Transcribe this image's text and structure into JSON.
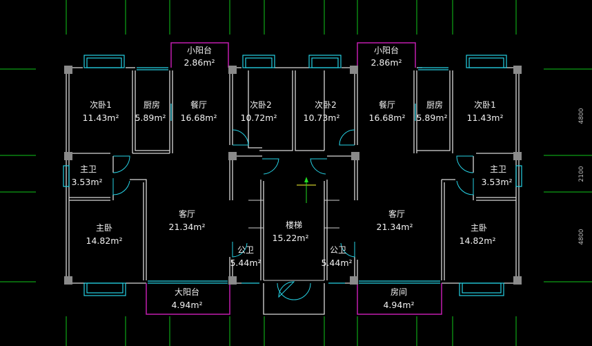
{
  "rooms": [
    {
      "label": "小阳台",
      "area": "2.86m²"
    },
    {
      "label": "次卧1",
      "area": "11.43m²"
    },
    {
      "label": "厨房",
      "area": "5.89m²"
    },
    {
      "label": "餐厅",
      "area": "16.68m²"
    },
    {
      "label": "次卧2",
      "area": "10.72m²"
    },
    {
      "label": "主卫",
      "area": "3.53m²"
    },
    {
      "label": "主卧",
      "area": "14.82m²"
    },
    {
      "label": "客厅",
      "area": "21.34m²"
    },
    {
      "label": "公卫",
      "area": "5.44m²"
    },
    {
      "label": "大阳台",
      "area": "4.94m²"
    },
    {
      "label": "楼梯",
      "area": "15.22m²"
    },
    {
      "label": "小阳台",
      "area": "2.86m²"
    },
    {
      "label": "次卧2",
      "area": "10.73m²"
    },
    {
      "label": "餐厅",
      "area": "16.68m²"
    },
    {
      "label": "厨房",
      "area": "5.89m²"
    },
    {
      "label": "次卧1",
      "area": "11.43m²"
    },
    {
      "label": "主卫",
      "area": "3.53m²"
    },
    {
      "label": "客厅",
      "area": "21.34m²"
    },
    {
      "label": "主卧",
      "area": "14.82m²"
    },
    {
      "label": "公卫",
      "area": "5.44m²"
    },
    {
      "label": "房间",
      "area": "4.94m²"
    }
  ],
  "dimensions": [
    "4800",
    "2100",
    "4800"
  ]
}
